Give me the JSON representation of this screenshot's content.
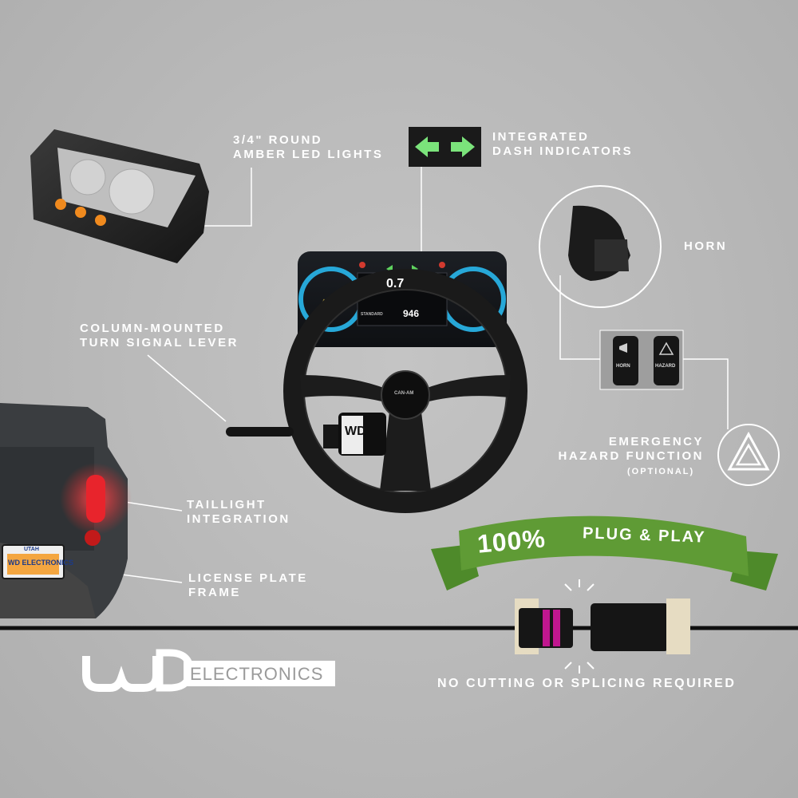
{
  "callouts": {
    "amber_lights": [
      "3/4\" ROUND",
      "AMBER LED LIGHTS"
    ],
    "dash_indicators": [
      "INTEGRATED",
      "DASH INDICATORS"
    ],
    "horn": "HORN",
    "turn_signal": [
      "COLUMN-MOUNTED",
      "TURN SIGNAL LEVER"
    ],
    "hazard": [
      "EMERGENCY",
      "HAZARD FUNCTION"
    ],
    "hazard_note": "(OPTIONAL)",
    "taillight": [
      "TAILLIGHT",
      "INTEGRATION"
    ],
    "license": [
      "LICENSE PLATE",
      "FRAME"
    ]
  },
  "banner": {
    "big": "100%",
    "rest": "PLUG & PLAY"
  },
  "connector_caption": "NO CUTTING OR SPLICING REQUIRED",
  "switches": {
    "horn_label": "HORN",
    "hazard_label": "HAZARD"
  },
  "dash": {
    "readout": "946",
    "mode": "STANDARD",
    "speed": "0.7"
  },
  "steering_badge": "CAN-AM",
  "module_badge": "WD",
  "plate": {
    "state": "UTAH",
    "text": "WD ELECTRONICS"
  },
  "brand": {
    "mark": "WD",
    "word": "ELECTRONICS"
  },
  "colors": {
    "background": "#b9b9b9",
    "banner_green": "#5f9b35",
    "arrow_green": "#7be37b",
    "amber": "#f08a1e",
    "tail_red": "#e8242c",
    "connector_magenta": "#c0178f"
  }
}
